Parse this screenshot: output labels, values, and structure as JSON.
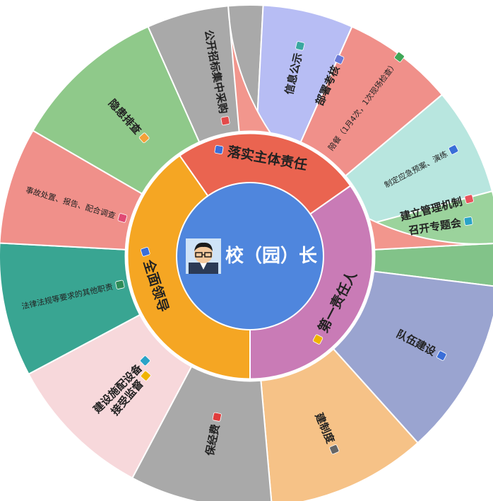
{
  "center": {
    "title": "校（园）长",
    "avatar_icon": "person-with-glasses-avatar",
    "color": "#4f86dd"
  },
  "inner_ring": [
    {
      "label": "第一责任人",
      "color": "#c97bb6",
      "icon": "person-icon"
    },
    {
      "label": "全面领导",
      "color": "#f5a623",
      "icon": "leader-icon"
    },
    {
      "label": "落实主体责任",
      "color": "#ea6450",
      "icon": "flag-icon"
    }
  ],
  "outer_ring": [
    {
      "label": "部署考核",
      "color": "#dfc1d6",
      "icon": "list-icon"
    },
    {
      "label": "建立管理机制",
      "color": "#82c389",
      "icon": "gear-icon"
    },
    {
      "label": "队伍建设",
      "color": "#9aa4d0",
      "icon": "team-icon"
    },
    {
      "label": "建制度",
      "color": "#f6c287",
      "icon": "document-icon"
    },
    {
      "label": "保经费",
      "color": "#a9a9a9",
      "icon": "money-icon"
    },
    {
      "label": "建设施配设备",
      "color": "#f7d8db",
      "icon": "equipment-icon"
    },
    {
      "label": "法律法规等要求的其他职责",
      "color": "#39a592",
      "icon": "law-icon"
    },
    {
      "label": "事故处置、报告、配合调查",
      "color": "#f0908a",
      "icon": "alarm-icon"
    },
    {
      "label": "隐患排查",
      "color": "#8fc98a",
      "icon": "search-icon"
    },
    {
      "label": "公开招标集中采购",
      "color": "#a9a9a9",
      "icon": "cart-icon"
    },
    {
      "label": "信息公示",
      "color": "#b7bdf4",
      "icon": "board-icon"
    },
    {
      "label": "陪餐（1月4次，1次现场检查）",
      "color": "#f0908a",
      "icon": "meal-icon"
    },
    {
      "label": "制定应急预案、演练",
      "color": "#b8e6df",
      "icon": "plan-icon"
    },
    {
      "label": "召开专题会",
      "color": "#9bd39c",
      "icon": "meeting-icon"
    },
    {
      "label": "接受监督",
      "color": "#f2968d",
      "icon": "eye-icon"
    }
  ]
}
